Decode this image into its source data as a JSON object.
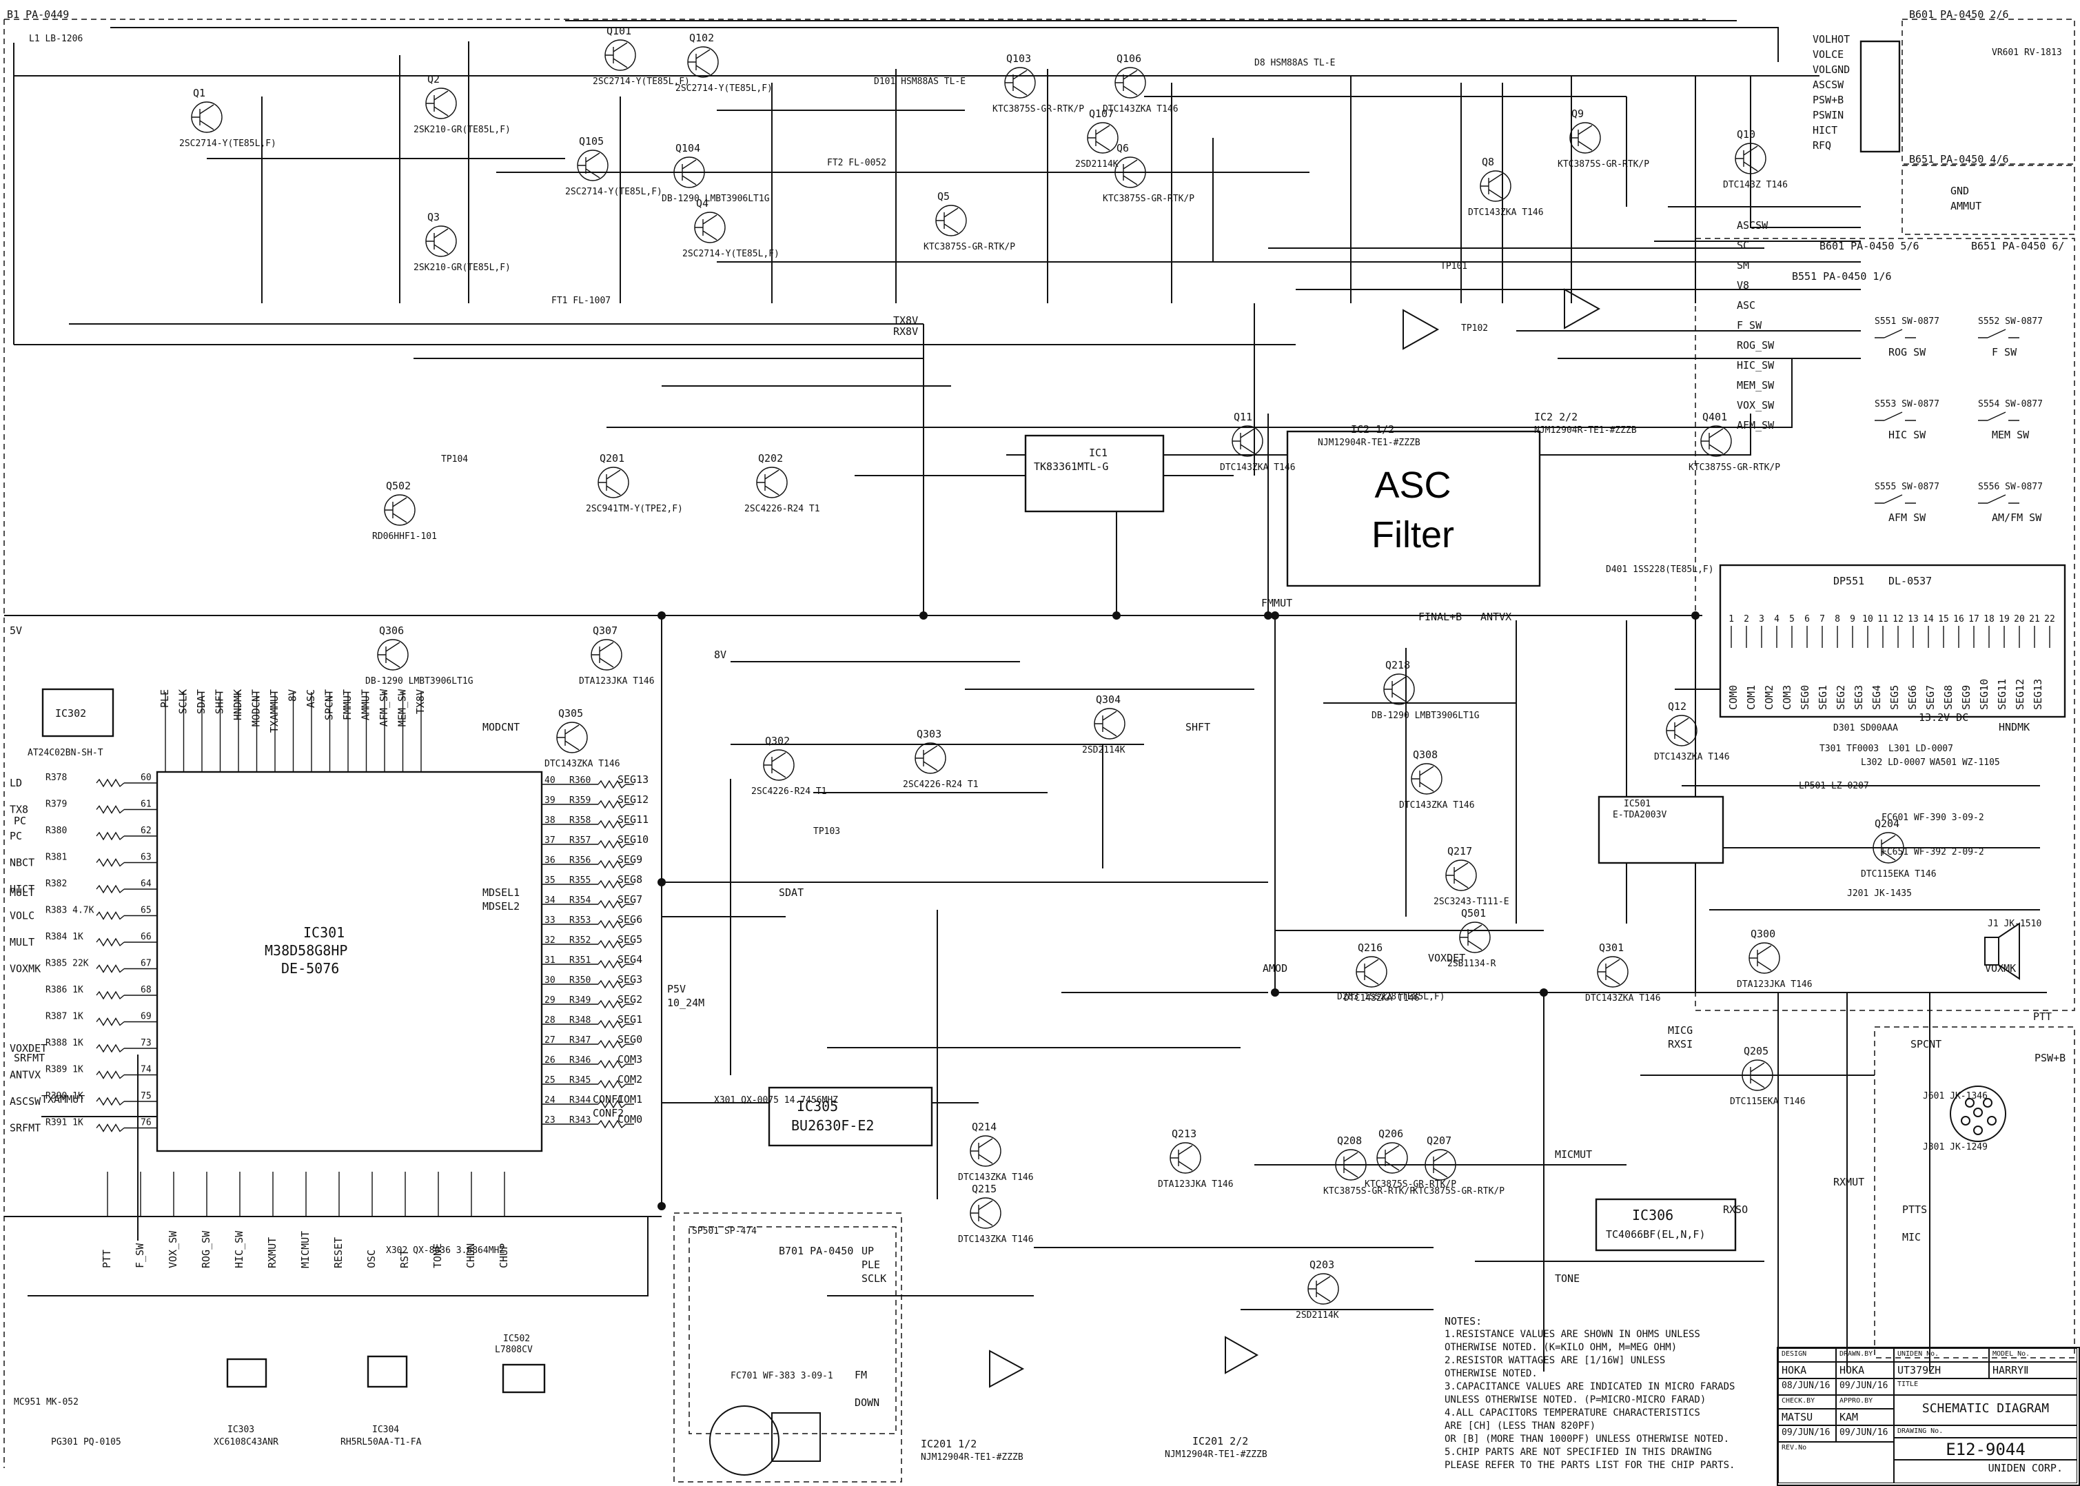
{
  "page": {
    "sheet_label": "B1 PA-0449",
    "asc_filter_lines": [
      "ASC",
      "Filter"
    ]
  },
  "boards": {
    "b601": "B601 PA-0450 2/6",
    "b651": "B651 PA-0450 4/6",
    "b601_56": "B601 PA-0450 5/6",
    "b651_6": "B651 PA-0450 6/",
    "b551": "B551 PA-0450 1/6",
    "b701": "B701 PA-0450"
  },
  "ics": [
    {
      "ref": "IC1",
      "part": "TK83361MTL-G"
    },
    {
      "ref": "IC2 1/2",
      "part": "NJM12904R-TE1-#ZZZB"
    },
    {
      "ref": "IC2 2/2",
      "part": "NJM12904R-TE1-#ZZZB"
    },
    {
      "ref": "IC301",
      "part": "M38D58G8HP",
      "part2": "DE-5076"
    },
    {
      "ref": "IC302",
      "part": "AT24C02BN-SH-T"
    },
    {
      "ref": "IC303",
      "part": "XC6108C43ANR"
    },
    {
      "ref": "IC304",
      "part": "RH5RL50AA-T1-FA"
    },
    {
      "ref": "IC305",
      "part": "BU2630F-E2"
    },
    {
      "ref": "IC306",
      "part": "TC4066BF(EL,N,F)"
    },
    {
      "ref": "IC501",
      "part": "E-TDA2003V"
    },
    {
      "ref": "IC502",
      "part": "L7808CV"
    },
    {
      "ref": "IC201 1/2",
      "part": "NJM12904R-TE1-#ZZZB"
    },
    {
      "ref": "IC201 2/2",
      "part": "NJM12904R-TE1-#ZZZB"
    }
  ],
  "transistors": [
    {
      "ref": "Q1",
      "part": "2SC2714-Y(TE85L,F)"
    },
    {
      "ref": "Q2",
      "part": "2SK210-GR(TE85L,F)"
    },
    {
      "ref": "Q3",
      "part": "2SK210-GR(TE85L,F)"
    },
    {
      "ref": "Q101",
      "part": "2SC2714-Y(TE85L,F)"
    },
    {
      "ref": "Q102",
      "part": "2SC2714-Y(TE85L,F)"
    },
    {
      "ref": "Q103",
      "part": "KTC3875S-GR-RTK/P"
    },
    {
      "ref": "Q104",
      "part": "DB-1290 LMBT3906LT1G"
    },
    {
      "ref": "Q105",
      "part": "2SC2714-Y(TE85L,F)"
    },
    {
      "ref": "Q106",
      "part": "DTC143ZKA T146"
    },
    {
      "ref": "Q107",
      "part": "2SD2114K"
    },
    {
      "ref": "Q4",
      "part": "2SC2714-Y(TE85L,F)"
    },
    {
      "ref": "Q5",
      "part": "KTC3875S-GR-RTK/P"
    },
    {
      "ref": "Q6",
      "part": "KTC3875S-GR-RTK/P"
    },
    {
      "ref": "Q8",
      "part": "DTC143ZKA T146"
    },
    {
      "ref": "Q9",
      "part": "KTC3875S-GR-RTK/P"
    },
    {
      "ref": "Q10",
      "part": "DTC143Z T146"
    },
    {
      "ref": "Q11",
      "part": "DTC143ZKA T146"
    },
    {
      "ref": "Q201",
      "part": "2SC941TM-Y(TPE2,F)"
    },
    {
      "ref": "Q202",
      "part": "2SC4226-R24 T1"
    },
    {
      "ref": "Q203",
      "part": "2SD2114K"
    },
    {
      "ref": "Q205",
      "part": "DTC115EKA T146"
    },
    {
      "ref": "Q206",
      "part": "KTC3875S-GR-RTK/P"
    },
    {
      "ref": "Q207",
      "part": "KTC3875S-GR-RTK/P"
    },
    {
      "ref": "Q208",
      "part": "KTC3875S-GR-RTK/P"
    },
    {
      "ref": "Q213",
      "part": "DTA123JKA T146"
    },
    {
      "ref": "Q214",
      "part": "DTC143ZKA T146"
    },
    {
      "ref": "Q215",
      "part": "DTC143ZKA T146"
    },
    {
      "ref": "Q216",
      "part": "DTC143ZKA T146"
    },
    {
      "ref": "Q217",
      "part": "2SC3243-T111-E"
    },
    {
      "ref": "Q218",
      "part": "DB-1290 LMBT3906LT1G"
    },
    {
      "ref": "Q300",
      "part": "DTA123JKA T146"
    },
    {
      "ref": "Q301",
      "part": "DTC143ZKA T146"
    },
    {
      "ref": "Q302",
      "part": "2SC4226-R24 T1"
    },
    {
      "ref": "Q303",
      "part": "2SC4226-R24 T1"
    },
    {
      "ref": "Q304",
      "part": "2SD2114K"
    },
    {
      "ref": "Q305",
      "part": "DTC143ZKA T146"
    },
    {
      "ref": "Q306",
      "part": "DB-1290 LMBT3906LT1G"
    },
    {
      "ref": "Q307",
      "part": "DTA123JKA T146"
    },
    {
      "ref": "Q308",
      "part": "DTC143ZKA T146"
    },
    {
      "ref": "Q401",
      "part": "KTC3875S-GR-RTK/P"
    },
    {
      "ref": "Q501",
      "part": "2SB1134-R"
    },
    {
      "ref": "Q502",
      "part": "RD06HHF1-101"
    },
    {
      "ref": "Q12",
      "part": "DTC143ZKA T146"
    },
    {
      "ref": "Q204",
      "part": "DTC115EKA T146"
    }
  ],
  "ic301_left_pins": [
    {
      "name": "LD",
      "r": "R378",
      "pin": "60"
    },
    {
      "name": "TX8",
      "r": "R379",
      "pin": "61"
    },
    {
      "name": "PC",
      "r": "R380",
      "pin": "62"
    },
    {
      "name": "NBCT",
      "r": "R381",
      "pin": "63"
    },
    {
      "name": "HICT",
      "r": "R382",
      "pin": "64"
    },
    {
      "name": "VOLC",
      "r": "R383 4.7K",
      "pin": "65"
    },
    {
      "name": "MULT",
      "r": "R384 1K",
      "pin": "66"
    },
    {
      "name": "VOXMK",
      "r": "R385 22K",
      "pin": "67"
    },
    {
      "name": "",
      "r": "R386 1K",
      "pin": "68"
    },
    {
      "name": "",
      "r": "R387 1K",
      "pin": "69"
    },
    {
      "name": "VOXDET",
      "r": "R388 1K",
      "pin": "73"
    },
    {
      "name": "ANTVX",
      "r": "R389 1K",
      "pin": "74"
    },
    {
      "name": "ASCSW",
      "r": "R390 1K",
      "pin": "75"
    },
    {
      "name": "SRFMT",
      "r": "R391 1K",
      "pin": "76"
    }
  ],
  "ic301_right_pins": [
    {
      "pin": "40",
      "r": "R360",
      "name": "SEG13"
    },
    {
      "pin": "39",
      "r": "R359",
      "name": "SEG12"
    },
    {
      "pin": "38",
      "r": "R358",
      "name": "SEG11"
    },
    {
      "pin": "37",
      "r": "R357",
      "name": "SEG10"
    },
    {
      "pin": "36",
      "r": "R356",
      "name": "SEG9"
    },
    {
      "pin": "35",
      "r": "R355",
      "name": "SEG8"
    },
    {
      "pin": "34",
      "r": "R354",
      "name": "SEG7"
    },
    {
      "pin": "33",
      "r": "R353",
      "name": "SEG6"
    },
    {
      "pin": "32",
      "r": "R352",
      "name": "SEG5"
    },
    {
      "pin": "31",
      "r": "R351",
      "name": "SEG4"
    },
    {
      "pin": "30",
      "r": "R350",
      "name": "SEG3"
    },
    {
      "pin": "29",
      "r": "R349",
      "name": "SEG2"
    },
    {
      "pin": "28",
      "r": "R348",
      "name": "SEG1"
    },
    {
      "pin": "27",
      "r": "R347",
      "name": "SEG0"
    },
    {
      "pin": "26",
      "r": "R346",
      "name": "COM3"
    },
    {
      "pin": "25",
      "r": "R345",
      "name": "COM2"
    },
    {
      "pin": "24",
      "r": "R344",
      "name": "COM1"
    },
    {
      "pin": "23",
      "r": "R343",
      "name": "COM0"
    }
  ],
  "ic301_top_signals": [
    "PLE",
    "SCLK",
    "SDAT",
    "SHFT",
    "HNDMK",
    "MODCNT",
    "TXAMMUT",
    "8V",
    "ASC",
    "SPCNT",
    "FMMUT",
    "AMMUT",
    "AFM_SW",
    "MEM_SW",
    "TX8V"
  ],
  "ic301_bottom_signals": [
    "PTT",
    "F_SW",
    "VOX_SW",
    "ROG_SW",
    "HIC_SW",
    "RXMUT",
    "MICMUT",
    "RESET",
    "OSC",
    "RST",
    "TONE",
    "CHDN",
    "CHUP"
  ],
  "right_edge_signals": [
    "VOLHOT",
    "VOLCE",
    "VOLGND",
    "ASCSW",
    "PSW+B",
    "PSWIN",
    "HICT",
    "RFQ",
    "GND",
    "AMMUT",
    "ASCSW",
    "SC",
    "SM",
    "V8",
    "ASC",
    "F_SW",
    "ROG_SW",
    "HIC_SW",
    "MEM_SW",
    "VOX_SW",
    "AFM_SW"
  ],
  "display": {
    "ref": "DP551",
    "part": "DL-0537",
    "pins": [
      "1",
      "2",
      "3",
      "4",
      "5",
      "6",
      "7",
      "8",
      "9",
      "10",
      "11",
      "12",
      "13",
      "14",
      "15",
      "16",
      "17",
      "18",
      "19",
      "20",
      "21",
      "22"
    ],
    "bottom": [
      "COM0",
      "COM1",
      "COM2",
      "COM3",
      "SEG0",
      "SEG1",
      "SEG2",
      "SEG3",
      "SEG4",
      "SEG5",
      "SEG6",
      "SEG7",
      "SEG8",
      "SEG9",
      "SEG10",
      "SEG11",
      "SEG12",
      "SEG13"
    ]
  },
  "switches": [
    "S551 SW-0877",
    "S552 SW-0877",
    "S553 SW-0877",
    "S554 SW-0877",
    "S555 SW-0877",
    "S556 SW-0877"
  ],
  "switch_labels": [
    "ROG SW",
    "F SW",
    "HIC SW",
    "MEM SW",
    "AFM SW",
    "AM/FM SW"
  ],
  "connectors": [
    "FC601 WF-390 3-09-2",
    "FC651 WF-392 2-09-2",
    "J201 JK-1435",
    "J1 JK-1510",
    "J601 JK-1346",
    "J301 JK-1249",
    "MC951 MK-052",
    "FC701 WF-383 3-09-1",
    "SP501 SP-474",
    "PG301 PQ-0105"
  ],
  "small_parts": [
    "VR601 RV-1813",
    "X301 QX-0075 14.7456MHZ",
    "X302 QX-8036 3.6864MHZ",
    "D301 SD00AAA",
    "LP501 LZ-0207",
    "T301 TF0003",
    "L1 LB-1206",
    "FT1 FL-1007",
    "FT2 FL-0052",
    "D101 HSM88AS TL-E",
    "D8 HSM88AS TL-E",
    "L301 LD-0007",
    "L302 LD-0007",
    "WA501 WZ-1105",
    "D401 1SS228(TE85L,F)",
    "D283 1SS228(TE85L,F)",
    "TP101",
    "TP102",
    "TP103",
    "TP104"
  ],
  "power_rails": [
    "5V",
    "8V",
    "13.2V DC",
    "P5V",
    "10_24M",
    "FINAL+B",
    "ANTVX",
    "TX8V",
    "RX8V",
    "FMMUT",
    "MULT",
    "MODCNT",
    "SHFT",
    "AMOD",
    "PTT",
    "PSW+B",
    "VOXDET",
    "VOXMK",
    "MICMUT",
    "TONE",
    "PC",
    "CONF1",
    "CONF2",
    "MDSEL1",
    "MDSEL2",
    "SRFMT",
    "HNDMK",
    "SPCNT",
    "PTTS",
    "MIC",
    "MICG",
    "RXSI",
    "RXSO",
    "RXMUT",
    "FM",
    "DOWN",
    "UP",
    "PLE",
    "SCLK",
    "SDAT",
    "TXAMMUT"
  ],
  "notes": {
    "title": "NOTES:",
    "items": [
      "1.RESISTANCE VALUES ARE SHOWN IN OHMS UNLESS",
      "   OTHERWISE NOTED.  (K=KILO OHM, M=MEG OHM)",
      "2.RESISTOR WATTAGES ARE [1/16W] UNLESS",
      "   OTHERWISE NOTED.",
      "3.CAPACITANCE VALUES ARE INDICATED IN MICRO FARADS",
      "   UNLESS OTHERWISE NOTED.  (P=MICRO-MICRO FARAD)",
      "4.ALL CAPACITORS TEMPERATURE CHARACTERISTICS",
      "   ARE [CH] (LESS THAN 820PF)",
      "   OR [B] (MORE THAN 1000PF) UNLESS OTHERWISE NOTED.",
      "5.CHIP PARTS ARE NOT SPECIFIED IN THIS DRAWING",
      "   PLEASE REFER TO THE PARTS LIST FOR THE CHIP PARTS."
    ]
  },
  "title_block": {
    "design_h": "DESIGN",
    "design": "HOKA",
    "drawn_h": "DRAWN.BY",
    "drawn": "HOKA",
    "uniden_no_h": "UNIDEN No.",
    "uniden_no": "UT379ZH",
    "model_h": "MODEL No.",
    "model": "HARRYⅡ",
    "date1": "08/JUN/16",
    "date2": "09/JUN/16",
    "title_h": "TITLE",
    "title": "SCHEMATIC DIAGRAM",
    "check_h": "CHECK.BY",
    "check": "MATSU",
    "appro_h": "APPRO.BY",
    "appro": "KAM",
    "date3": "09/JUN/16",
    "date4": "09/JUN/16",
    "drawing_h": "DRAWING No.",
    "drawing": "E12-9044",
    "rev_h": "REV.No",
    "corp": "UNIDEN CORP."
  }
}
